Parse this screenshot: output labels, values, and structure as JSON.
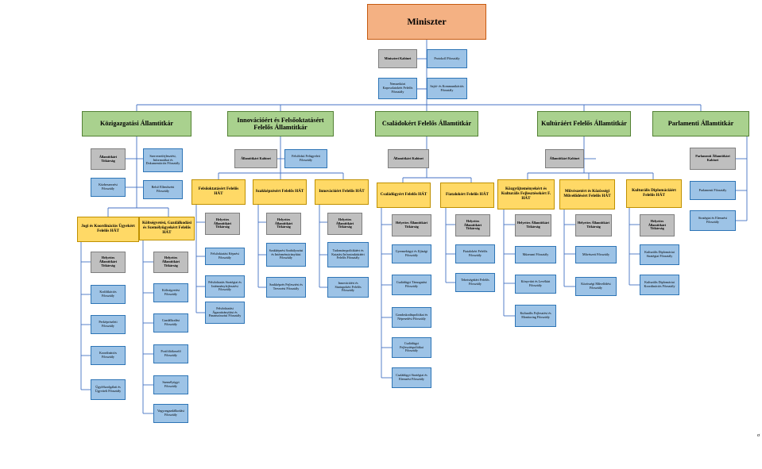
{
  "nodes": [
    {
      "id": "minister",
      "text": "Miniszter",
      "style": "top"
    },
    {
      "id": "min-kabinet",
      "text": "Miniszteri Kabinet",
      "style": "grey"
    },
    {
      "id": "protokoll",
      "text": "Protokoll Főosztály",
      "style": "blue"
    },
    {
      "id": "nemzetkozi",
      "text": "Nemzetközi Kapcsolatokért Felelős Főosztály",
      "style": "blue"
    },
    {
      "id": "sajto",
      "text": "Sajtó- és Kommunikációs Főosztály",
      "style": "blue"
    },
    {
      "id": "kozig",
      "text": "Közigazgatási Államtitkár",
      "style": "green"
    },
    {
      "id": "innov",
      "text": "Innovációért és Felsőoktatásért Felelős Államtitkár",
      "style": "green"
    },
    {
      "id": "csalad",
      "text": "Családokért Felelős Államtitkár",
      "style": "green"
    },
    {
      "id": "kultura",
      "text": "Kultúráért Felelős Államtitkár",
      "style": "green"
    },
    {
      "id": "parl",
      "text": "Parlamenti Államtitkár",
      "style": "green"
    },
    {
      "id": "k-titk",
      "text": "Államtitkári Titkárság",
      "style": "grey"
    },
    {
      "id": "k-szerv",
      "text": "Szervezetfejlesztési, Informatikai és Dokumentációs Főosztály",
      "style": "blue"
    },
    {
      "id": "k-koz",
      "text": "Közbeszerzési Főosztály",
      "style": "blue"
    },
    {
      "id": "k-bels",
      "text": "Belső Ellenőrzési Főosztály",
      "style": "blue"
    },
    {
      "id": "k-jogi",
      "text": "Jogi és Koordinációs Ügyekért Felelős HÁT",
      "style": "yellow"
    },
    {
      "id": "k-gazd",
      "text": "Költségvetési, Gazdálkodási és Személyügyekért Felelős HÁT",
      "style": "yellow"
    },
    {
      "id": "j-titk",
      "text": "Helyettes Államtitkári Titkárság",
      "style": "grey"
    },
    {
      "id": "j-kodif",
      "text": "Kodifikációs Főosztály",
      "style": "blue"
    },
    {
      "id": "j-perk",
      "text": "Perképviseleti Főosztály",
      "style": "blue"
    },
    {
      "id": "j-koord",
      "text": "Koordinációs Főosztály",
      "style": "blue"
    },
    {
      "id": "j-ugyf",
      "text": "Ügyfélszolgálati és Ügyviteli Főosztály",
      "style": "blue"
    },
    {
      "id": "g-titk",
      "text": "Helyettes Államtitkári Titkárság",
      "style": "grey"
    },
    {
      "id": "g-kolts",
      "text": "Költségvetési Főosztály",
      "style": "blue"
    },
    {
      "id": "g-gazd",
      "text": "Gazdálkodási Főosztály",
      "style": "blue"
    },
    {
      "id": "g-port",
      "text": "Portfóliókezelő Főosztály",
      "style": "blue"
    },
    {
      "id": "g-szem",
      "text": "Személyügyi Főosztály",
      "style": "blue"
    },
    {
      "id": "g-vagy",
      "text": "Vagyongazdálkodási Főosztály",
      "style": "blue"
    },
    {
      "id": "i-kab",
      "text": "Államtitkári Kabinet",
      "style": "grey"
    },
    {
      "id": "i-felugy",
      "text": "Felsőfokú Felügyeleti Főosztály",
      "style": "blue"
    },
    {
      "id": "i-felso",
      "text": "Felsőoktatásért Felelős HÁT",
      "style": "yellow"
    },
    {
      "id": "i-szakk",
      "text": "Szakképzésért Felelős HÁT",
      "style": "yellow"
    },
    {
      "id": "i-innov",
      "text": "Innovációért Felelős HÁT",
      "style": "yellow"
    },
    {
      "id": "f-titk",
      "text": "Helyettes Államtitkári Titkárság",
      "style": "grey"
    },
    {
      "id": "f-fkep",
      "text": "Felsőoktatási Képzési Főosztály",
      "style": "blue"
    },
    {
      "id": "f-fstr",
      "text": "Felsőoktatás Stratégiai és Intézményfejlesztési Főosztály",
      "style": "blue"
    },
    {
      "id": "f-fagaz",
      "text": "Felsőoktatási Ágazatirányítási és Finanszírozási Főosztály",
      "style": "blue"
    },
    {
      "id": "s-titk",
      "text": "Helyettes Államtitkári Titkárság",
      "style": "grey"
    },
    {
      "id": "s-szir",
      "text": "Szakképzési Szabályozási és Intézményirányítási Főosztály",
      "style": "blue"
    },
    {
      "id": "s-szfejl",
      "text": "Szakképzés Fejlesztési és Tervezési Főosztály",
      "style": "blue"
    },
    {
      "id": "n-titk",
      "text": "Helyettes Államtitkári Titkárság",
      "style": "grey"
    },
    {
      "id": "n-tud",
      "text": "Tudománypolitikáért és Kutatási Infrastruktúráért Felelős Főosztály",
      "style": "blue"
    },
    {
      "id": "n-inn",
      "text": "Innovációért és Startupokért Felelős Főosztály",
      "style": "blue"
    },
    {
      "id": "c-kab",
      "text": "Államtitkári Kabinet",
      "style": "grey"
    },
    {
      "id": "c-csal",
      "text": "Családügyért Felelős HÁT",
      "style": "yellow"
    },
    {
      "id": "c-fiat",
      "text": "Fiatalokért Felelős HÁT",
      "style": "yellow"
    },
    {
      "id": "cs-titk",
      "text": "Helyettes Államtitkári Titkárság",
      "style": "grey"
    },
    {
      "id": "cs-gyer",
      "text": "Gyermekügyi és Ifjúsági Főosztály",
      "style": "blue"
    },
    {
      "id": "cs-ctam",
      "text": "Családügyi Támogatási Főosztály",
      "style": "blue"
    },
    {
      "id": "cs-gond",
      "text": "Gondoskodáspolitikai és Népesedési Főosztály",
      "style": "blue"
    },
    {
      "id": "cs-cfejl",
      "text": "Családügyi Fejlesztéspolitikai Főosztály",
      "style": "blue"
    },
    {
      "id": "cs-cstr",
      "text": "Családügyi Stratégiai és Elemzési Főosztály",
      "style": "blue"
    },
    {
      "id": "fi-titk",
      "text": "Helyettes Államtitkári Titkárság",
      "style": "grey"
    },
    {
      "id": "fi-fiat",
      "text": "Fiatalokért Felelős Főosztály",
      "style": "blue"
    },
    {
      "id": "fi-tehet",
      "text": "Tehetségekért Felelős Főosztály",
      "style": "blue"
    },
    {
      "id": "ku-kab",
      "text": "Államtitkári Kabinet",
      "style": "grey"
    },
    {
      "id": "ku-kozgy",
      "text": "Közgyűjteményekért és Kulturális Fejlesztésekért F. HÁT",
      "style": "yellow"
    },
    {
      "id": "ku-muv",
      "text": "Művészetért és Közösségi Művelődésért Felelős HÁT",
      "style": "yellow"
    },
    {
      "id": "ku-dipl",
      "text": "Kulturális Diplomáciáért Felelős HÁT",
      "style": "yellow"
    },
    {
      "id": "kg-titk",
      "text": "Helyettes Államtitkári Titkárság",
      "style": "grey"
    },
    {
      "id": "kg-muz",
      "text": "Múzeumi Főosztály",
      "style": "blue"
    },
    {
      "id": "kg-konyv",
      "text": "Könyvtári és Levéltári Főosztály",
      "style": "blue"
    },
    {
      "id": "kg-kfejl",
      "text": "Kulturális Fejlesztési és Monitoring Főosztály",
      "style": "blue"
    },
    {
      "id": "mu-titk",
      "text": "Helyettes Államtitkári Titkárság",
      "style": "grey"
    },
    {
      "id": "mu-muv",
      "text": "Művészeti Főosztály",
      "style": "blue"
    },
    {
      "id": "mu-koz",
      "text": "Közösségi Művelődési Főosztály",
      "style": "blue"
    },
    {
      "id": "di-titk",
      "text": "Helyettes Államtitkári Titkárság",
      "style": "grey"
    },
    {
      "id": "di-str",
      "text": "Kulturális Diplomáciai Stratégiai Főosztály",
      "style": "blue"
    },
    {
      "id": "di-koord",
      "text": "Kulturális Diplomáciai Koordinációs Főosztály",
      "style": "blue"
    },
    {
      "id": "p-kab",
      "text": "Parlamenti Államtitkári Kabinet",
      "style": "grey"
    },
    {
      "id": "p-parl",
      "text": "Parlamenti Főosztály",
      "style": "blue"
    },
    {
      "id": "p-strat",
      "text": "Stratégiai és Elemzési Főosztály",
      "style": "blue"
    }
  ],
  "line_color": "#4472c4",
  "box_colors": {
    "top": "#f4b183",
    "green": "#a9d18e",
    "yellow": "#ffd966",
    "grey": "#bfbfbf",
    "blue": "#9dc3e6"
  },
  "corner_mark": "σ"
}
